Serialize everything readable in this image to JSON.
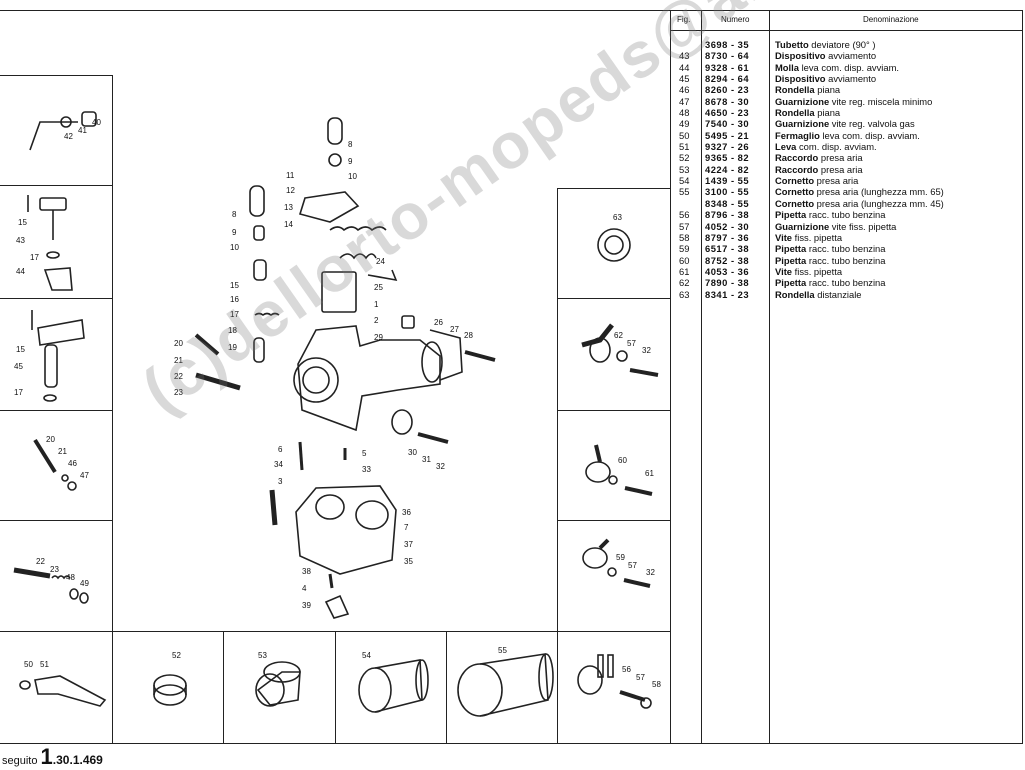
{
  "table": {
    "headers": {
      "fig": "Fig.",
      "numero": "Numero",
      "denominazione": "Denominazione"
    },
    "rows": [
      {
        "fig": "",
        "num": "3698 - 35",
        "bold": "Tubetto",
        "rest": " deviatore (90° )"
      },
      {
        "fig": "43",
        "num": "8730 - 64",
        "bold": "Dispositivo",
        "rest": " avviamento"
      },
      {
        "fig": "44",
        "num": "9328 - 61",
        "bold": "Molla",
        "rest": " leva com. disp. avviam."
      },
      {
        "fig": "45",
        "num": "8294 - 64",
        "bold": "Dispositivo",
        "rest": " avviamento"
      },
      {
        "fig": "46",
        "num": "8260 - 23",
        "bold": "Rondella",
        "rest": " piana"
      },
      {
        "fig": "47",
        "num": "8678 - 30",
        "bold": "Guarnizione",
        "rest": " vite reg. miscela minimo"
      },
      {
        "fig": "48",
        "num": "4650 - 23",
        "bold": "Rondella",
        "rest": " piana"
      },
      {
        "fig": "49",
        "num": "7540 - 30",
        "bold": "Guarnizione",
        "rest": " vite reg. valvola gas"
      },
      {
        "fig": "50",
        "num": "5495 - 21",
        "bold": "Fermaglio",
        "rest": " leva com. disp. avviam."
      },
      {
        "fig": "51",
        "num": "9327 - 26",
        "bold": "Leva",
        "rest": " com. disp. avviam."
      },
      {
        "fig": "52",
        "num": "9365 - 82",
        "bold": "Raccordo",
        "rest": " presa aria"
      },
      {
        "fig": "53",
        "num": "4224 - 82",
        "bold": "Raccordo",
        "rest": " presa aria"
      },
      {
        "fig": "54",
        "num": "1439 - 55",
        "bold": "Cornetto",
        "rest": " presa aria"
      },
      {
        "fig": "55",
        "num": "3100 - 55",
        "bold": "Cornetto",
        "rest": " presa aria (lunghezza mm. 65)"
      },
      {
        "fig": "",
        "num": "8348 - 55",
        "bold": "Cornetto",
        "rest": " presa aria (lunghezza mm. 45)"
      },
      {
        "fig": "56",
        "num": "8796 - 38",
        "bold": "Pipetta",
        "rest": " racc. tubo benzina"
      },
      {
        "fig": "57",
        "num": "4052 - 30",
        "bold": "Guarnizione",
        "rest": " vite fiss. pipetta"
      },
      {
        "fig": "58",
        "num": "8797 - 36",
        "bold": "Vite",
        "rest": " fiss. pipetta"
      },
      {
        "fig": "59",
        "num": "6517 - 38",
        "bold": "Pipetta",
        "rest": " racc. tubo benzina"
      },
      {
        "fig": "60",
        "num": "8752 - 38",
        "bold": "Pipetta",
        "rest": " racc. tubo benzina"
      },
      {
        "fig": "61",
        "num": "4053 - 36",
        "bold": "Vite",
        "rest": " fiss. pipetta"
      },
      {
        "fig": "62",
        "num": "7890 - 38",
        "bold": "Pipetta",
        "rest": " racc. tubo benzina"
      },
      {
        "fig": "63",
        "num": "8341 - 23",
        "bold": "Rondella",
        "rest": " distanziale"
      }
    ]
  },
  "watermark": "(c)dellorto-mopeds@aruba.it",
  "footer": {
    "seguito": "seguito",
    "big": "1",
    "code": ".30.1.469"
  },
  "callouts": {
    "left_panel_1": [
      "42",
      "41",
      "40"
    ],
    "left_panel_2": [
      "15",
      "43",
      "17",
      "44"
    ],
    "left_panel_3": [
      "15",
      "45",
      "17"
    ],
    "left_panel_4": [
      "20",
      "21",
      "46",
      "47"
    ],
    "left_panel_5": [
      "22",
      "23",
      "48",
      "49"
    ],
    "bottom_panels": [
      "50",
      "51",
      "52",
      "53",
      "54",
      "55",
      "56",
      "57",
      "58"
    ],
    "right_panels": [
      "63",
      "62",
      "57",
      "32",
      "60",
      "61",
      "59",
      "57",
      "32"
    ],
    "main": [
      "8",
      "9",
      "10",
      "11",
      "12",
      "13",
      "14",
      "8",
      "9",
      "10",
      "15",
      "16",
      "17",
      "18",
      "19",
      "24",
      "25",
      "1",
      "2",
      "26",
      "27",
      "28",
      "29",
      "20",
      "21",
      "22",
      "23",
      "6",
      "5",
      "34",
      "33",
      "30",
      "31",
      "32",
      "3",
      "36",
      "7",
      "37",
      "35",
      "38",
      "4",
      "39"
    ]
  }
}
